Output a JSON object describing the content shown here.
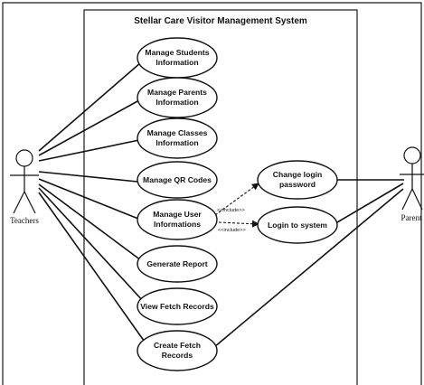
{
  "diagram": {
    "system_title": "Stellar Care Visitor Management System",
    "actors": {
      "teachers": "Teachers",
      "parent": "Parent"
    },
    "use_cases": {
      "manage_students": [
        "Manage Students",
        "Information"
      ],
      "manage_parents": [
        "Manage Parents",
        "Information"
      ],
      "manage_classes": [
        "Manage Classes",
        "Information"
      ],
      "manage_qr": [
        "Manage QR Codes"
      ],
      "manage_user": [
        "Manage User",
        "Informations"
      ],
      "generate_report": [
        "Generate Report"
      ],
      "view_fetch": [
        "View Fetch Records"
      ],
      "create_fetch": [
        "Create Fetch",
        "Records"
      ],
      "change_login": [
        "Change login",
        "password"
      ],
      "login_system": [
        "Login to system"
      ]
    },
    "relations": {
      "include_1": "<<include>>",
      "include_2": "<<include>>"
    }
  }
}
